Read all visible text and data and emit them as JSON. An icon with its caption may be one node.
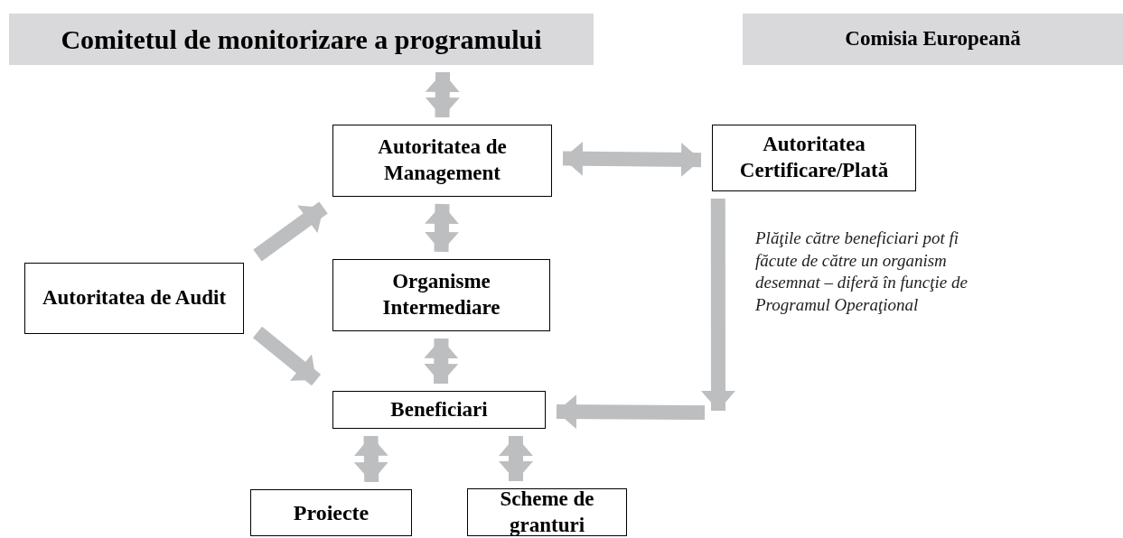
{
  "diagram": {
    "nodes": [
      {
        "text": [
          "Comitetul de monitorizare a programului"
        ]
      },
      {
        "text": [
          "Comisia Europeană"
        ]
      },
      {
        "text": [
          "Autoritatea de Management"
        ]
      },
      {
        "text": [
          "Autoritatea Certificare/Plată"
        ]
      },
      {
        "text": [
          "Autoritatea de Audit"
        ]
      },
      {
        "text": [
          "Organisme Intermediare"
        ]
      },
      {
        "text": [
          "Beneficiari"
        ]
      },
      {
        "text": [
          "Proiecte"
        ]
      },
      {
        "text": [
          "Scheme de granturi"
        ]
      }
    ],
    "edges": [
      {
        "from": 0,
        "to": 2,
        "arrow": "both"
      },
      {
        "from": 2,
        "to": 3,
        "arrow": "both"
      },
      {
        "from": 4,
        "to": 2,
        "arrow": "to"
      },
      {
        "from": 2,
        "to": 5,
        "arrow": "both"
      },
      {
        "from": 4,
        "to": 6,
        "arrow": "to"
      },
      {
        "from": 5,
        "to": 6,
        "arrow": "both"
      },
      {
        "from": 3,
        "to": null,
        "arrow": "to"
      },
      {
        "from": null,
        "to": 6,
        "arrow": "to"
      },
      {
        "from": 6,
        "to": 7,
        "arrow": "both"
      },
      {
        "from": 6,
        "to": 8,
        "arrow": "both"
      }
    ],
    "labels": [
      "Plăţile către beneficiari pot fi făcute de către un organism desemnat – diferă în funcţie de Programul Operaţional"
    ]
  }
}
